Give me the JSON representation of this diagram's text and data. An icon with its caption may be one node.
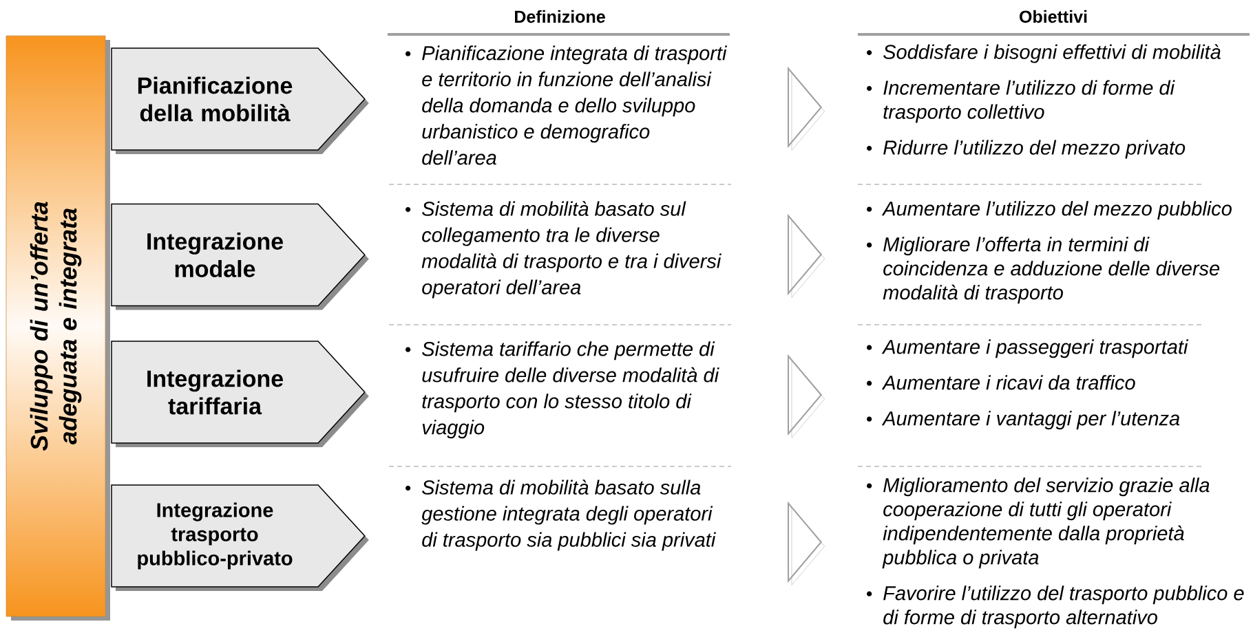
{
  "diagram": {
    "nodes": [
      {
        "text": [
          "Sviluppo di un’offerta adeguata e integrata"
        ]
      },
      {
        "text": [
          "Pianificazione della mobilità"
        ]
      },
      {
        "text": [
          "Integrazione modale"
        ]
      },
      {
        "text": [
          "Integrazione tariffaria"
        ]
      },
      {
        "text": [
          "Integrazione trasporto pubblico-privato"
        ]
      },
      {
        "text": [
          "Pianificazione integrata di trasporti e territorio in funzione dell’analisi della domanda e dello sviluppo urbanistico e demografico dell’area"
        ]
      },
      {
        "text": [
          "Sistema di mobilità basato sul collegamento tra le diverse modalità di trasporto e tra i diversi operatori dell’area"
        ]
      },
      {
        "text": [
          "Sistema tariffario che permette di usufruire delle diverse modalità di trasporto con lo stesso titolo di viaggio"
        ]
      },
      {
        "text": [
          "Sistema di mobilità basato sulla gestione integrata degli operatori di trasporto sia pubblici sia privati"
        ]
      },
      {
        "text": [
          "Soddisfare i bisogni effettivi di mobilità",
          "Incrementare l’utilizzo di forme di trasporto collettivo",
          "Ridurre l’utilizzo del mezzo privato"
        ]
      },
      {
        "text": [
          "Aumentare l’utilizzo del mezzo pubblico",
          "Migliorare l’offerta in termini di coincidenza e adduzione delle diverse modalità di trasporto"
        ]
      },
      {
        "text": [
          "Aumentare i passeggeri trasportati",
          "Aumentare i ricavi da traffico",
          "Aumentare i vantaggi per l’utenza"
        ]
      },
      {
        "text": [
          "Miglioramento del servizio grazie alla cooperazione di tutti gli operatori indipendentemente dalla proprietà pubblica o privata",
          "Favorire l’utilizzo del trasporto pubblico e di forme di trasporto alternativo"
        ]
      }
    ],
    "edges": [
      {
        "from": 5,
        "to": 9,
        "arrow": "to"
      },
      {
        "from": 6,
        "to": 10,
        "arrow": "to"
      },
      {
        "from": 7,
        "to": 11,
        "arrow": "to"
      },
      {
        "from": 8,
        "to": 12,
        "arrow": "to"
      }
    ],
    "labels": [
      "Definizione",
      "Obiettivi"
    ]
  }
}
